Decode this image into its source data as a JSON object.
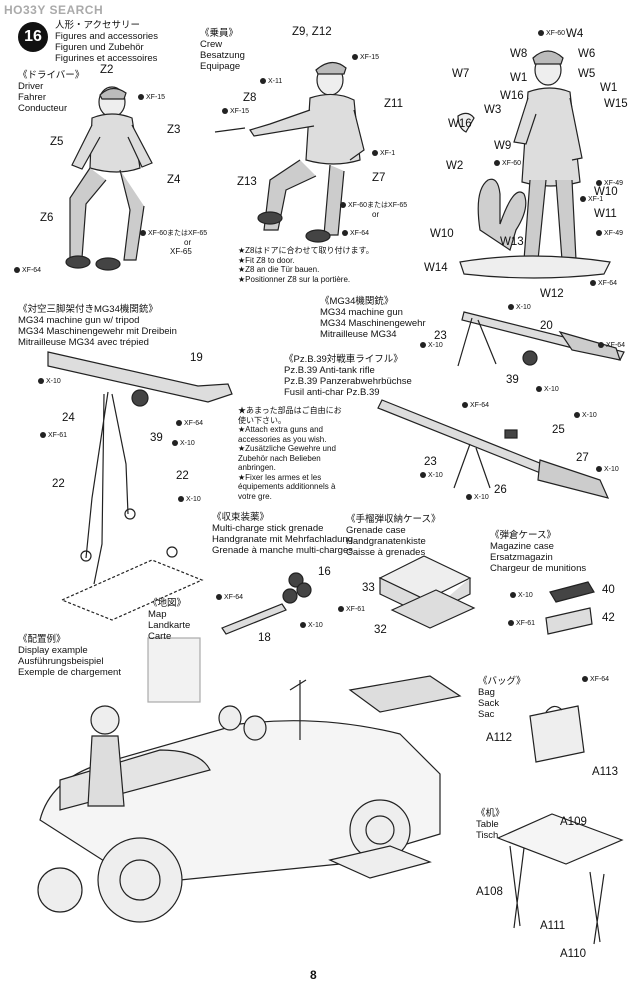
{
  "watermark": "HO33Y SEARCH",
  "step": {
    "number": "16",
    "jp": "人形・アクセサリー",
    "en": "Figures and accessories",
    "de": "Figuren und Zubehör",
    "fr": "Figurines et accessoires"
  },
  "driver": {
    "jp": "《ドライバー》",
    "en": "Driver",
    "de": "Fahrer",
    "fr": "Conducteur"
  },
  "crew": {
    "jp": "《乗員》",
    "en": "Crew",
    "de": "Besatzung",
    "fr": "Equipage",
    "note1": "★Z8はドアに合わせて取り付けます。",
    "note2": "★Fit Z8 to door.",
    "note3": "★Z8 an die Tür bauen.",
    "note4": "★Positionner Z8 sur la portière."
  },
  "mg34_tripod": {
    "jp": "《対空三脚架付きMG34機関銃》",
    "en": "MG34 machine gun w/ tripod",
    "de": "MG34 Maschinengewehr mit Dreibein",
    "fr": "Mitrailleuse MG34 avec trépied"
  },
  "mg34": {
    "jp": "《MG34機関銃》",
    "en": "MG34 machine gun",
    "de": "MG34 Maschinengewehr",
    "fr": "Mitrailleuse MG34"
  },
  "pzb": {
    "jp": "《Pz.B.39対戦車ライフル》",
    "en": "Pz.B.39 Anti-tank rifle",
    "de": "Pz.B.39 Panzerabwehrbüchse",
    "fr": "Fusil anti-char Pz.B.39"
  },
  "attach_note": {
    "l1": "★あまった部品はご自由にお",
    "l2": "使い下さい。",
    "l3": "★Attach extra guns and",
    "l4": "accessories as you wish.",
    "l5": "★Zusätzliche Gewehre und",
    "l6": "Zubehör nach Belieben",
    "l7": "anbringen.",
    "l8": "★Fixer les armes et les",
    "l9": "équipements additionnels à",
    "l10": "votre gre."
  },
  "grenade": {
    "jp": "《収束装薬》",
    "en": "Multi-charge stick grenade",
    "de": "Handgranate mit Mehrfachladung",
    "fr": "Grenade à manche multi-charges"
  },
  "grenade_case": {
    "jp": "《手榴弾収納ケース》",
    "en": "Grenade case",
    "de": "Handgranatenkiste",
    "fr": "Caisse à grenades"
  },
  "mag_case": {
    "jp": "《弾倉ケース》",
    "en": "Magazine case",
    "de": "Ersatzmagazin",
    "fr": "Chargeur de munitions"
  },
  "map": {
    "jp": "《地図》",
    "en": "Map",
    "de": "Landkarte",
    "fr": "Carte"
  },
  "display": {
    "jp": "《配置例》",
    "en": "Display example",
    "de": "Ausführungsbeispiel",
    "fr": "Exemple de chargement"
  },
  "bag": {
    "jp": "《バッグ》",
    "en": "Bag",
    "de": "Sack",
    "fr": "Sac"
  },
  "table": {
    "jp": "《机》",
    "en": "Table",
    "de": "Tisch"
  },
  "parts": {
    "z2": "Z2",
    "z3": "Z3",
    "z4": "Z4",
    "z5": "Z5",
    "z6": "Z6",
    "z9z12": "Z9, Z12",
    "z8": "Z8",
    "z11": "Z11",
    "z7": "Z7",
    "z13": "Z13",
    "w1a": "W1",
    "w1b": "W1",
    "w2": "W2",
    "w3": "W3",
    "w4": "W4",
    "w5": "W5",
    "w6": "W6",
    "w7": "W7",
    "w8": "W8",
    "w9": "W9",
    "w10": "W10",
    "w11": "W11",
    "w12": "W12",
    "w13": "W13",
    "w14": "W14",
    "w15": "W15",
    "w16a": "W16",
    "w16b": "W16",
    "p19": "19",
    "p20": "20",
    "p22a": "22",
    "p22b": "22",
    "p23a": "23",
    "p23b": "23",
    "p24": "24",
    "p25": "25",
    "p26": "26",
    "p27": "27",
    "p39a": "39",
    "p39b": "39",
    "p16": "16",
    "p18": "18",
    "p32": "32",
    "p33": "33",
    "p40": "40",
    "p42": "42",
    "a108": "A108",
    "a109": "A109",
    "a110": "A110",
    "a111": "A111",
    "a112": "A112",
    "a113": "A113"
  },
  "paints": {
    "xf1": "XF-1",
    "xf10": "X-10",
    "xf11": "X-11",
    "xf15": "XF-15",
    "xf49": "XF-49",
    "xf60": "XF-60",
    "xf61": "XF-61",
    "xf64": "XF-64",
    "xf60or65": "XF-60またはXF-65",
    "or": "or",
    "xf65": "XF-65"
  },
  "page_number": "8"
}
